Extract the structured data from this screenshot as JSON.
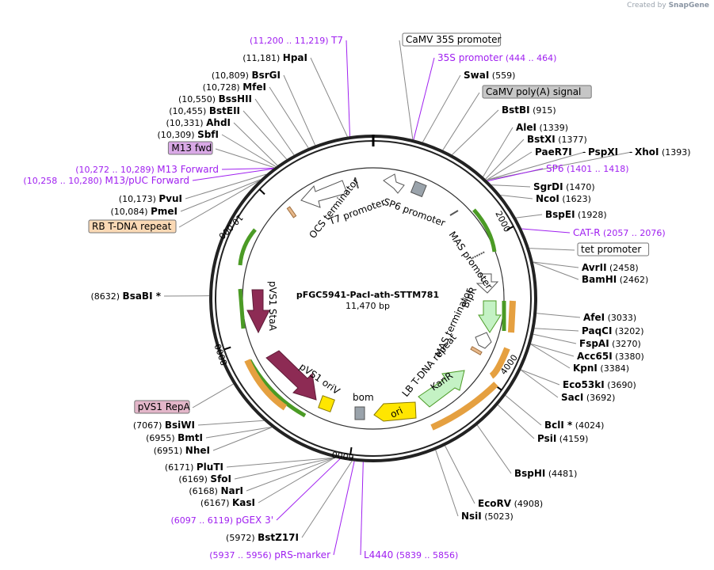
{
  "credit": {
    "prefix": "Created by",
    "brand": "SnapGene"
  },
  "plasmid": {
    "name": "pFGC5941-PacI-ath-STTM781",
    "size": "11,470 bp"
  },
  "colors": {
    "enzyme": "#000000",
    "primer": "#a020f0",
    "backbone": "#222222"
  },
  "ticks": [
    {
      "label": "2000",
      "bp": 2000
    },
    {
      "label": "4000",
      "bp": 4000
    },
    {
      "label": "6000",
      "bp": 6000
    },
    {
      "label": "8000",
      "bp": 8000
    },
    {
      "label": "10,000",
      "bp": 10000
    }
  ],
  "left_labels": [
    {
      "kind": "primer",
      "coord": "(11,200 .. 11,219)",
      "name": "T7"
    },
    {
      "kind": "enzyme",
      "coord": "(11,181)",
      "name": "HpaI"
    },
    {
      "kind": "enzyme",
      "coord": "(10,809)",
      "name": "BsrGI"
    },
    {
      "kind": "enzyme",
      "coord": "(10,728)",
      "name": "MfeI"
    },
    {
      "kind": "enzyme",
      "coord": "(10,550)",
      "name": "BssHII"
    },
    {
      "kind": "enzyme",
      "coord": "(10,455)",
      "name": "BstEII"
    },
    {
      "kind": "enzyme",
      "coord": "(10,331)",
      "name": "AhdI"
    },
    {
      "kind": "enzyme",
      "coord": "(10,309)",
      "name": "SbfI"
    },
    {
      "kind": "box",
      "name": "M13 fwd",
      "fill": "#d9a9e6"
    },
    {
      "kind": "primer",
      "coord": "(10,272 .. 10,289)",
      "name": "M13 Forward"
    },
    {
      "kind": "primer",
      "coord": "(10,258 .. 10,280)",
      "name": "M13/pUC Forward"
    },
    {
      "kind": "enzyme",
      "coord": "(10,173)",
      "name": "PvuI"
    },
    {
      "kind": "enzyme",
      "coord": "(10,084)",
      "name": "PmeI"
    },
    {
      "kind": "box",
      "name": "RB T-DNA repeat",
      "fill": "#fbd9b5"
    },
    {
      "kind": "enzyme",
      "coord": "(8632)",
      "name": "BsaBI *"
    },
    {
      "kind": "box",
      "name": "pVS1 RepA",
      "fill": "#e3b6c9"
    },
    {
      "kind": "enzyme",
      "coord": "(7067)",
      "name": "BsiWI"
    },
    {
      "kind": "enzyme",
      "coord": "(6955)",
      "name": "BmtI"
    },
    {
      "kind": "enzyme",
      "coord": "(6951)",
      "name": "NheI"
    },
    {
      "kind": "enzyme",
      "coord": "(6171)",
      "name": "PluTI"
    },
    {
      "kind": "enzyme",
      "coord": "(6169)",
      "name": "SfoI"
    },
    {
      "kind": "enzyme",
      "coord": "(6168)",
      "name": "NarI"
    },
    {
      "kind": "enzyme",
      "coord": "(6167)",
      "name": "KasI"
    },
    {
      "kind": "primer",
      "coord": "(6097 .. 6119)",
      "name": "pGEX 3'"
    },
    {
      "kind": "enzyme",
      "coord": "(5972)",
      "name": "BstZ17I"
    },
    {
      "kind": "primer",
      "coord": "(5937 .. 5956)",
      "name": "pRS-marker"
    }
  ],
  "right_labels": [
    {
      "kind": "box",
      "name": "CaMV 35S promoter",
      "fill": "#ffffff"
    },
    {
      "kind": "primer",
      "name": "35S promoter",
      "coord": "(444 .. 464)"
    },
    {
      "kind": "enzyme",
      "name": "SwaI",
      "coord": "(559)"
    },
    {
      "kind": "box",
      "name": "CaMV poly(A) signal",
      "fill": "#c6c6c6"
    },
    {
      "kind": "enzyme",
      "name": "BstBI",
      "coord": "(915)"
    },
    {
      "kind": "enzyme",
      "name": "AleI",
      "coord": "(1339)"
    },
    {
      "kind": "enzyme",
      "name": "BstXI",
      "coord": "(1377)"
    },
    {
      "kind": "enzyme",
      "name": "PaeR7I",
      "coord": ""
    },
    {
      "kind": "enzyme",
      "name": "PspXI",
      "coord": ""
    },
    {
      "kind": "enzyme",
      "name": "XhoI",
      "coord": "(1393)"
    },
    {
      "kind": "primer",
      "name": "SP6",
      "coord": "(1401 .. 1418)"
    },
    {
      "kind": "enzyme",
      "name": "SgrDI",
      "coord": "(1470)"
    },
    {
      "kind": "enzyme",
      "name": "NcoI",
      "coord": "(1623)"
    },
    {
      "kind": "enzyme",
      "name": "BspEI",
      "coord": "(1928)"
    },
    {
      "kind": "primer",
      "name": "CAT-R",
      "coord": "(2057 .. 2076)"
    },
    {
      "kind": "box",
      "name": "tet promoter",
      "fill": "#ffffff"
    },
    {
      "kind": "enzyme",
      "name": "AvrII",
      "coord": "(2458)"
    },
    {
      "kind": "enzyme",
      "name": "BamHI",
      "coord": "(2462)"
    },
    {
      "kind": "enzyme",
      "name": "AfeI",
      "coord": "(3033)"
    },
    {
      "kind": "enzyme",
      "name": "PaqCI",
      "coord": "(3202)"
    },
    {
      "kind": "enzyme",
      "name": "FspAI",
      "coord": "(3270)"
    },
    {
      "kind": "enzyme",
      "name": "Acc65I",
      "coord": "(3380)"
    },
    {
      "kind": "enzyme",
      "name": "KpnI",
      "coord": "(3384)"
    },
    {
      "kind": "enzyme",
      "name": "Eco53kI",
      "coord": "(3690)"
    },
    {
      "kind": "enzyme",
      "name": "SacI",
      "coord": "(3692)"
    },
    {
      "kind": "enzyme",
      "name": "BclI *",
      "coord": "(4024)"
    },
    {
      "kind": "enzyme",
      "name": "PsiI",
      "coord": "(4159)"
    },
    {
      "kind": "enzyme",
      "name": "BspHI",
      "coord": "(4481)"
    },
    {
      "kind": "enzyme",
      "name": "EcoRV",
      "coord": "(4908)"
    },
    {
      "kind": "enzyme",
      "name": "NsiI",
      "coord": "(5023)"
    },
    {
      "kind": "primer",
      "name": "L4440",
      "coord": "(5839 .. 5856)"
    }
  ],
  "inner_labels": [
    "OCS terminator",
    "T7 promoter",
    "SP6 promoter",
    "MAS promoter",
    "pVS1 StaA",
    "BlpR",
    "MAS terminator",
    "LB T-DNA repeat",
    "KanR",
    "pVS1 oriV",
    "bom",
    "ori"
  ]
}
